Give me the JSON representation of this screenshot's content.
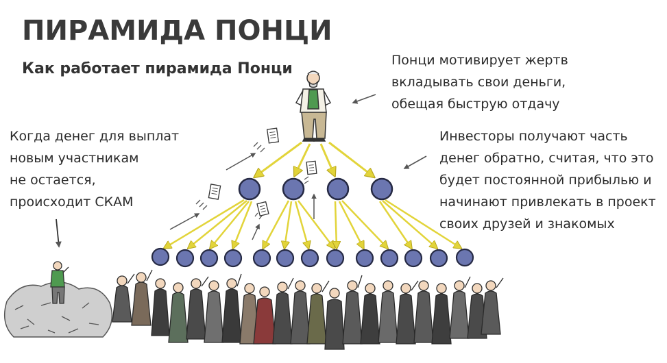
{
  "title": "ПИРАМИДА ПОНЦИ",
  "subtitle": "Как работает пирамида Понци",
  "notes": {
    "ponzi": [
      "Понци мотивирует жертв",
      "вкладывать свои деньги,",
      "обещая быструю отдачу"
    ],
    "investors": [
      "Инвесторы получают часть",
      "денег обратно, считая, что это",
      "будет постоянной прибылью и",
      "начинают привлекать в проект",
      "своих друзей и знакомых"
    ],
    "scam": [
      "Когда денег для выплат",
      "новым участникам",
      "не остается,",
      "происходит СКАМ"
    ]
  },
  "colors": {
    "node_fill": "#6b76b0",
    "node_stroke": "#262a44",
    "arrow": "#e2d43a",
    "arrow_stroke": "#b7a61d",
    "crowd_dark": "#4a4a4a",
    "crowd_vest": "#4f9a50"
  },
  "icons": [
    "ponzi-figure-icon",
    "money-bill-icon",
    "crowd-icon",
    "rubble-icon",
    "pointer-arrow-icon"
  ]
}
